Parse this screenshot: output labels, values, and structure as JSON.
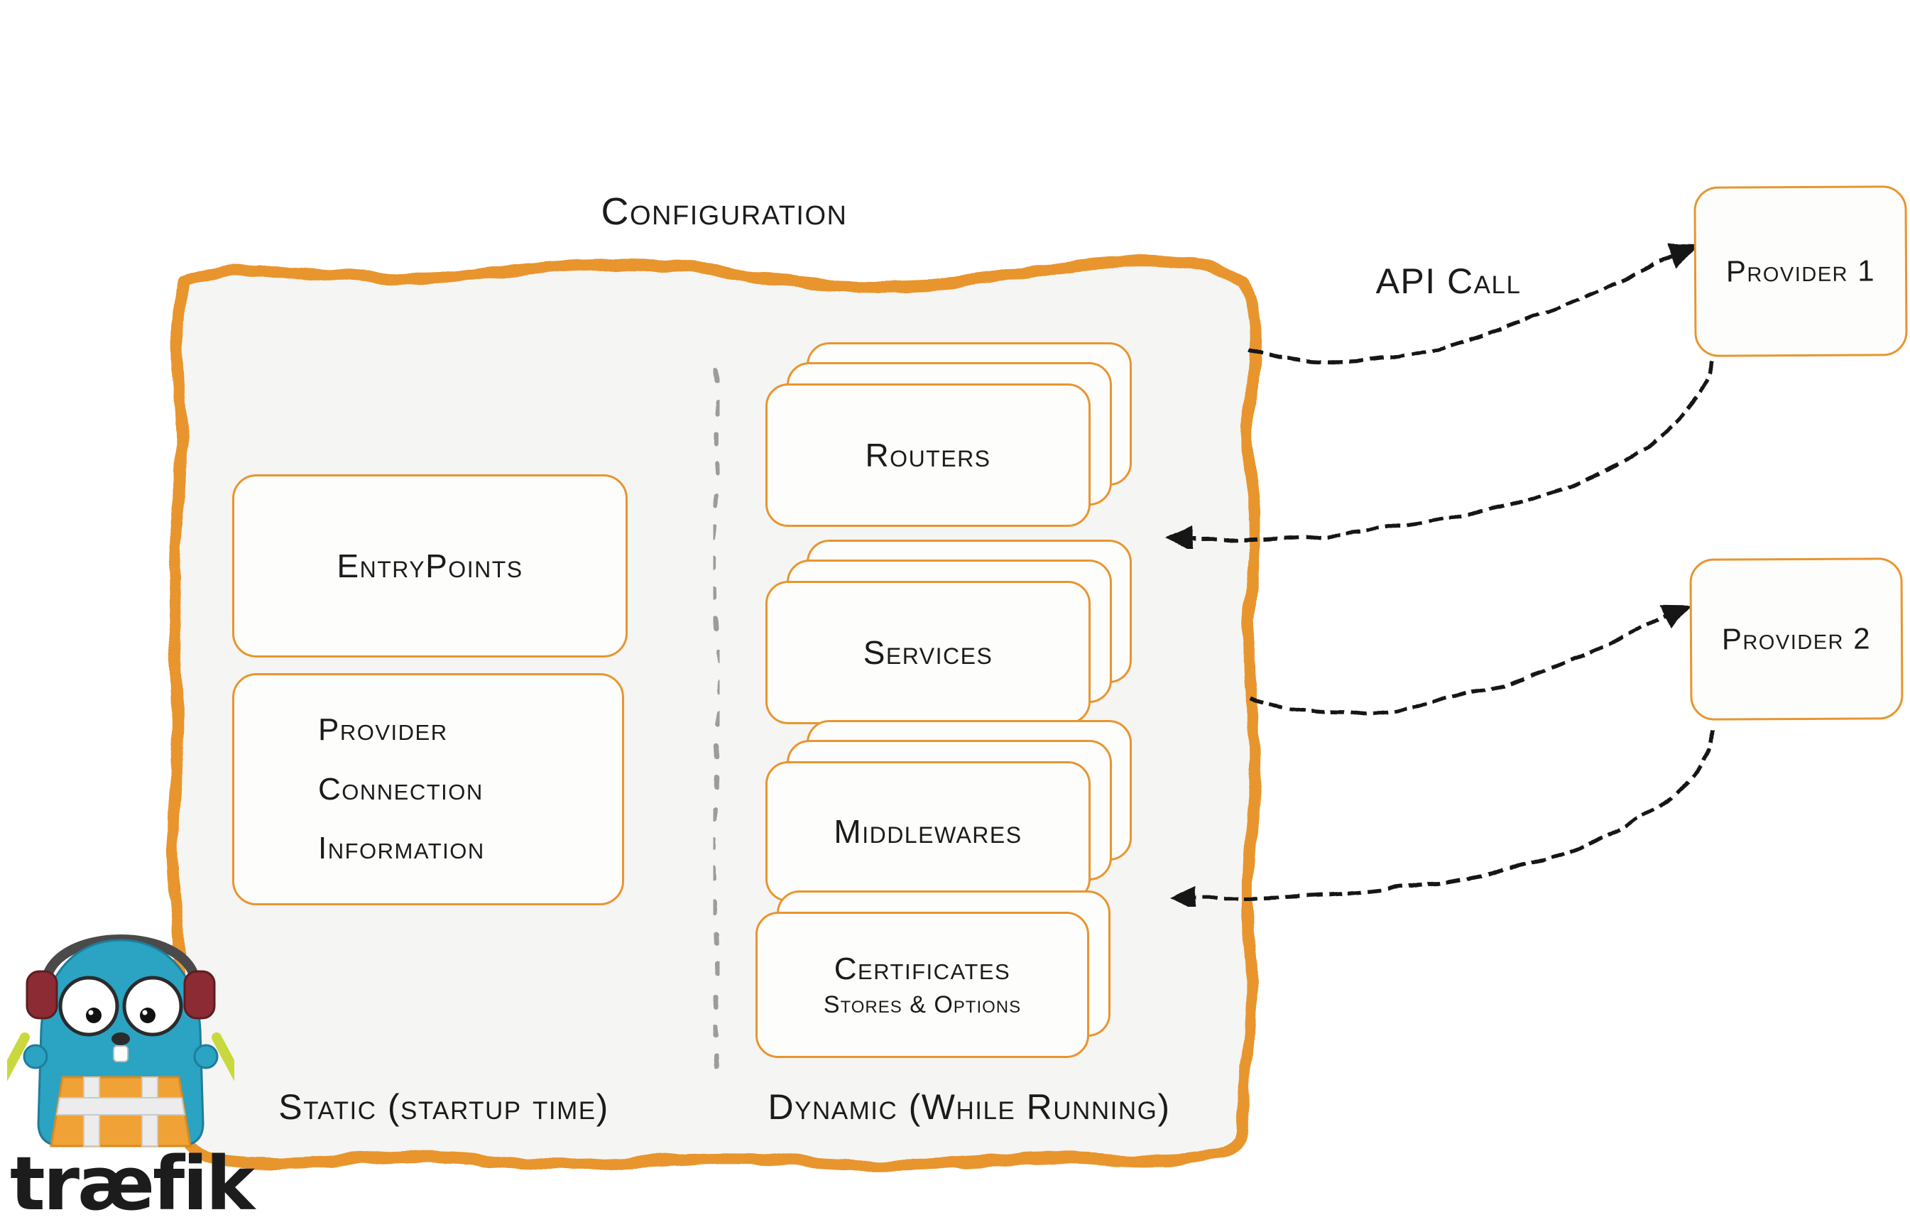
{
  "diagram": {
    "title": "Configuration",
    "api_call_label": "API Call",
    "configuration_panel": {
      "static_section": {
        "caption": "Static (startup time)",
        "entrypoints_label": "EntryPoints",
        "provider_connection_label": "Provider Connection Information"
      },
      "dynamic_section": {
        "caption": "Dynamic (While Running)",
        "routers_label": "Routers",
        "services_label": "Services",
        "middlewares_label": "Middlewares",
        "certificates_label": "Certificates",
        "certificates_sublabel": "Stores & Options"
      }
    },
    "providers": [
      {
        "label": "Provider 1"
      },
      {
        "label": "Provider 2"
      }
    ],
    "logo": {
      "wordmark": "træfik"
    },
    "colors": {
      "orange": "#E8952F",
      "panel": "#F5F5F3",
      "card": "#FDFDFC",
      "arrow": "#161616",
      "divider": "#9C9C9C",
      "teal": "#2BA3C2",
      "text": "#1B1B1B"
    }
  }
}
